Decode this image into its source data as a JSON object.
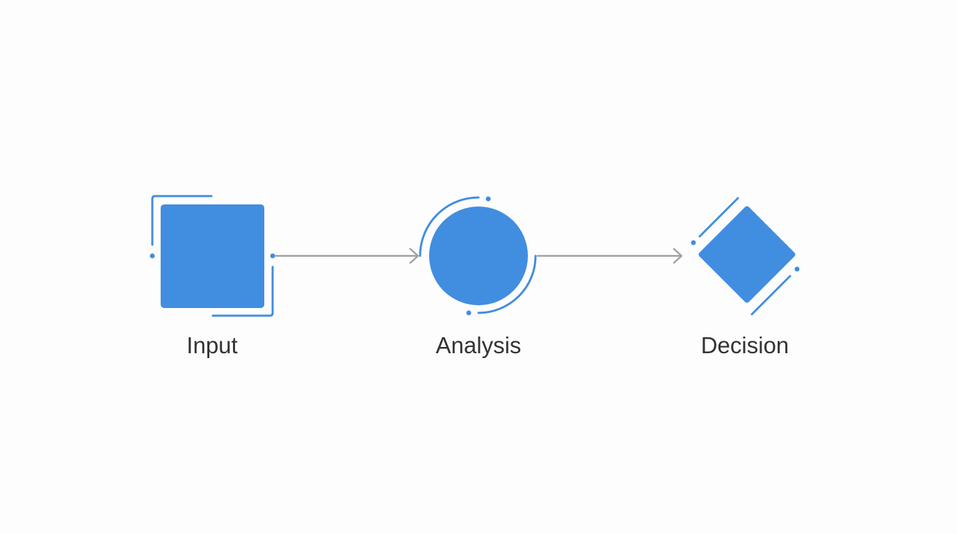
{
  "colors": {
    "background": "#fdfdfd",
    "node_fill": "#418de0",
    "accent_stroke": "#418de0",
    "connector": "#a0a0a0",
    "label": "#333333"
  },
  "nodes": [
    {
      "label": "Input",
      "shape": "square"
    },
    {
      "label": "Analysis",
      "shape": "circle"
    },
    {
      "label": "Decision",
      "shape": "diamond"
    }
  ],
  "connectors": [
    {
      "from": "Input",
      "to": "Analysis"
    },
    {
      "from": "Analysis",
      "to": "Decision"
    }
  ]
}
